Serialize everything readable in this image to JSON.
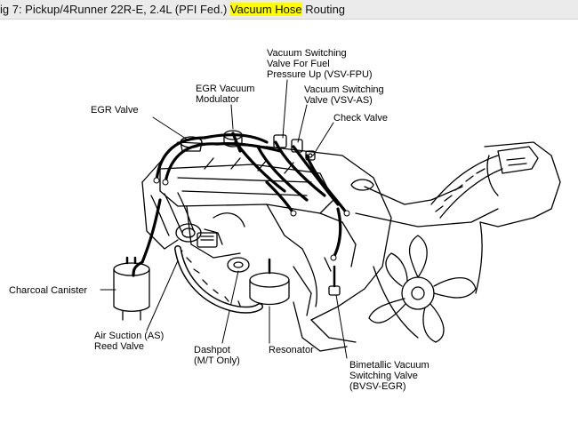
{
  "title": {
    "before": "ig 7: Pickup/4Runner 22R-E, 2.4L (PFI Fed.) ",
    "highlight": "Vacuum Hose",
    "after": " Routing",
    "highlight_color": "#ffff00"
  },
  "labels": {
    "egr_valve": [
      "EGR Valve"
    ],
    "egr_vacuum_modulator": [
      "EGR Vacuum",
      "Modulator"
    ],
    "vsv_fpu": [
      "Vacuum Switching",
      "Valve For Fuel",
      "Pressure Up (VSV-FPU)"
    ],
    "vsv_as": [
      "Vacuum Switching",
      "Valve (VSV-AS)"
    ],
    "check_valve": [
      "Check Valve"
    ],
    "charcoal_canister": [
      "Charcoal Canister"
    ],
    "air_suction": [
      "Air Suction (AS)",
      "Reed Valve"
    ],
    "dashpot": [
      "Dashpot",
      "(M/T Only)"
    ],
    "resonator": [
      "Resonator"
    ],
    "bvsv_egr": [
      "Bimetallic Vacuum",
      "Switching Valve",
      "(BVSV-EGR)"
    ]
  }
}
